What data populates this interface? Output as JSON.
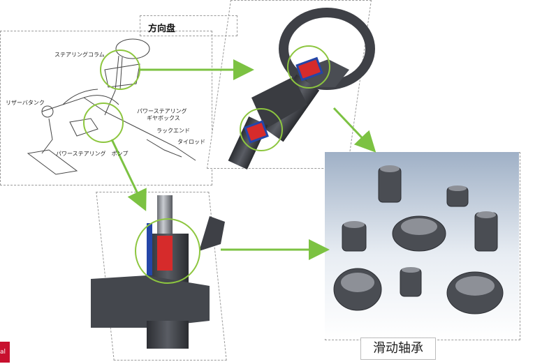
{
  "title": "方向盘",
  "bottom_label": "滑动轴承",
  "corner_badge": "al",
  "diagram_labels": {
    "steering_column": "ステアリングコラム",
    "reservoir_tank": "リザーバタンク",
    "gear_box_line1": "パワーステアリング",
    "gear_box_line2": "ギヤボックス",
    "rack_end": "ラックエンド",
    "tie_rod": "タイロッド",
    "pump": "パワーステアリング　ポンプ"
  },
  "colors": {
    "arrow": "#7cc242",
    "highlight": "#8dc63f",
    "part_gray": "#3e4046",
    "bushing_red": "#d62b2b",
    "bushing_blue": "#2446a8"
  }
}
